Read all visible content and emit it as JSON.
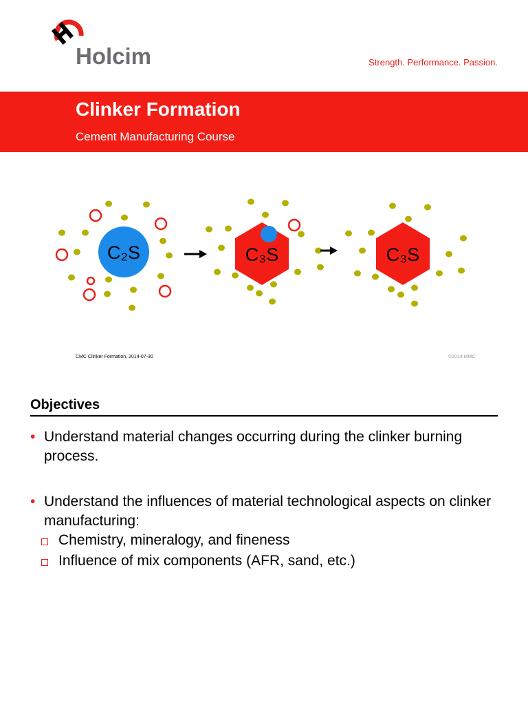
{
  "header": {
    "logo_text": "Holcim",
    "tagline": "Strength. Performance. Passion."
  },
  "banner": {
    "title": "Clinker Formation",
    "subtitle": "Cement Manufacturing Course"
  },
  "diagram": {
    "stage1_label": "C₂S",
    "stage2_label": "C₃S",
    "stage3_label": "C₃S",
    "caption_left": "CMC Clinker Formation, 2014-07-30",
    "caption_right": "©2014 MMC",
    "colors": {
      "c2s_circle": "#1b8ae8",
      "c3s_hexagon": "#f21e16",
      "small_particle": "#b3b000",
      "ring": "#e8221c"
    }
  },
  "objectives": {
    "title": "Objectives",
    "bullets": [
      "Understand material changes occurring during the clinker burning process.",
      "Understand the influences of material technological aspects on clinker manufacturing:"
    ],
    "sub_items": [
      "Chemistry, mineralogy, and fineness",
      "Influence of mix components (AFR, sand, etc.)"
    ]
  }
}
